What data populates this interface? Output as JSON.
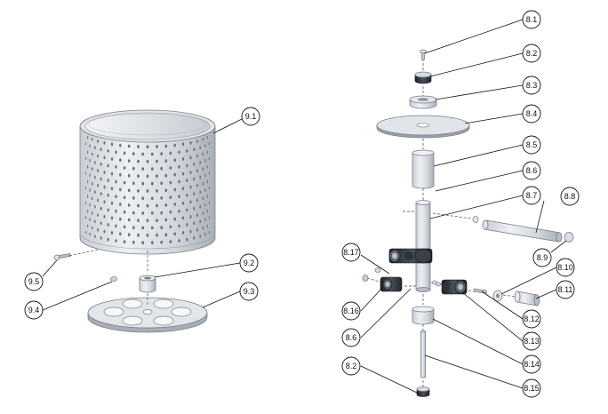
{
  "callouts": {
    "c8_1": "8.1",
    "c8_2_top": "8.2",
    "c8_3": "8.3",
    "c8_4": "8.4",
    "c8_5": "8.5",
    "c8_6_top": "8.6",
    "c8_7": "8.7",
    "c8_8": "8.8",
    "c8_9": "8.9",
    "c8_10": "8.10",
    "c8_11": "8.11",
    "c8_12": "8.12",
    "c8_13": "8.13",
    "c8_14": "8.14",
    "c8_15": "8.15",
    "c8_16": "8.16",
    "c8_17": "8.17",
    "c8_6_bottom": "8.6",
    "c8_2_bottom": "8.2",
    "c9_1": "9.1",
    "c9_2": "9.2",
    "c9_3": "9.3",
    "c9_4": "9.4",
    "c9_5": "9.5"
  },
  "colors": {
    "metal_light": "#e4e7ec",
    "metal_mid": "#c3c8d0",
    "metal_dark": "#8e949e",
    "hole": "#6d737d",
    "dark_part": "#2b2f36",
    "line": "#111111"
  }
}
